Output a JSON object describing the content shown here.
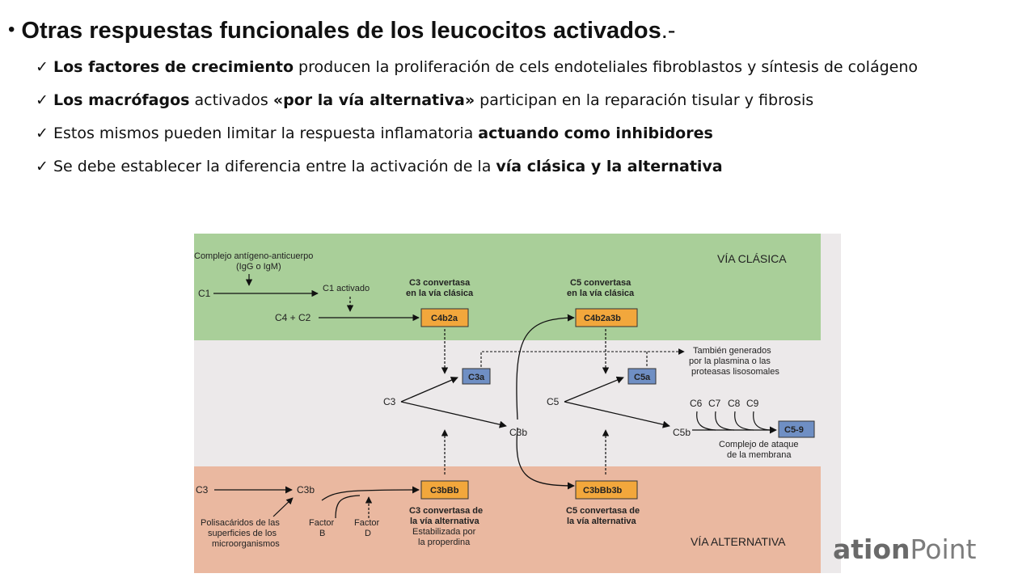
{
  "slide": {
    "title_bullet": "•",
    "title_bold": "Otras respuestas funcionales de los leucocitos activados",
    "title_tail": ".-",
    "check": "✓",
    "items": [
      {
        "b1": "Los factores de crecimiento",
        "t1": " producen la proliferación de cels endoteliales fibroblastos y síntesis de colágeno"
      },
      {
        "b1": "Los macrófagos",
        "t1": " activados ",
        "b2": "«por la vía alternativa»",
        "t2": " participan en la reparación tisular y fibrosis"
      },
      {
        "t1": "Estos mismos pueden limitar la respuesta inflamatoria ",
        "b1": "actuando como inhibidores"
      },
      {
        "t1": "Se debe establecer la diferencia entre la activación de la ",
        "b1": "vía clásica y la alternativa"
      }
    ]
  },
  "diagram": {
    "via_clasica": "VÍA CLÁSICA",
    "via_alternativa": "VÍA ALTERNATIVA",
    "complejo_l1": "Complejo antígeno-anticuerpo",
    "complejo_l2": "(IgG o IgM)",
    "c1": "C1",
    "c1_activado": "C1 activado",
    "c4c2": "C4 + C2",
    "c3conv_l1": "C3 convertasa",
    "c3conv_l2": "en la vía clásica",
    "c4b2a": "C4b2a",
    "c5conv_l1": "C5 convertasa",
    "c5conv_l2": "en la vía clásica",
    "c4b2a3b": "C4b2a3b",
    "tambien_l1": "También generados",
    "tambien_l2": "por la plasmina o las",
    "tambien_l3": "proteasas lisosomales",
    "c3a": "C3a",
    "c5a": "C5a",
    "c3": "C3",
    "c5": "C5",
    "c6": "C6",
    "c7": "C7",
    "c8": "C8",
    "c9": "C9",
    "c3b": "C3b",
    "c5b": "C5b",
    "c59": "C5-9",
    "mac_l1": "Complejo de ataque",
    "mac_l2": "de la membrana",
    "alt_c3": "C3",
    "alt_c3b": "C3b",
    "c3bbb": "C3bBb",
    "c3bbb3b": "C3bBb3b",
    "polis_l1": "Polisacáridos de las",
    "polis_l2": "superficies de los",
    "polis_l3": "microorganismos",
    "factor_b_l1": "Factor",
    "factor_b_l2": "B",
    "factor_d_l1": "Factor",
    "factor_d_l2": "D",
    "c3alt_l1": "C3 convertasa de",
    "c3alt_l2": "la vía alternativa",
    "c3alt_l3": "Estabilizada por",
    "c3alt_l4": "la properdina",
    "c5alt_l1": "C5 convertasa de",
    "c5alt_l2": "la vía alternativa"
  },
  "colors": {
    "green_band": "#a9cf99",
    "salmon_band": "#eab8a0",
    "middle_band": "#ece9ea",
    "orange_box": "#f2a73c",
    "blue_box": "#6f8fc4"
  },
  "logo": {
    "bold": "ation",
    "light": "Point"
  }
}
